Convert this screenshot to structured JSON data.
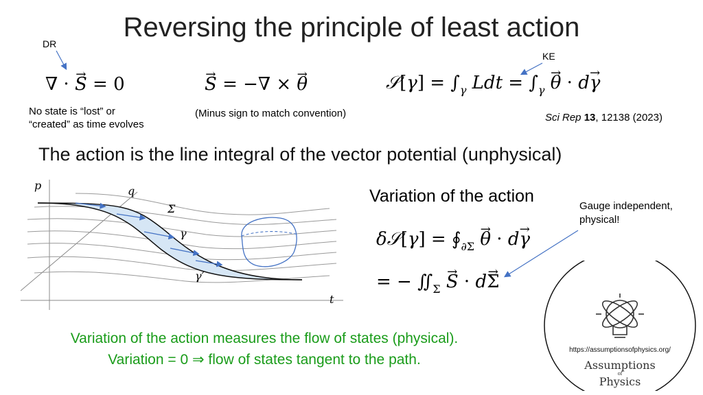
{
  "slide": {
    "title": "Reversing the principle of least action",
    "dr_label": "DR",
    "ke_label": "KE",
    "no_state_line1": "No state is “lost” or",
    "no_state_line2": "“created” as time evolves",
    "minus_sign_note": "(Minus sign to match convention)",
    "ref_journal": "Sci Rep",
    "ref_volume": "13",
    "ref_rest": ", 12138 (2023)",
    "subtitle": "The action is the line integral of the vector potential (unphysical)",
    "variation_heading": "Variation of the action",
    "gauge_note_line1": "Gauge independent,",
    "gauge_note_line2": "physical!",
    "conclusion_line1": "Variation of the action measures the flow of states (physical).",
    "conclusion_line2": "Variation = 0 ⇒ flow of states tangent to the path."
  },
  "diagram": {
    "axis_p": "p",
    "axis_q": "q",
    "axis_t": "t",
    "label_sigma": "Σ",
    "label_gamma": "γ",
    "label_gamma_prime": "γ′"
  },
  "logo": {
    "url": "https://assumptionsofphysics.org/",
    "name_line1": "Assumptions",
    "name_of": "of",
    "name_line2": "Physics"
  },
  "colors": {
    "accent_blue": "#4472c4",
    "conclusion_green": "#1a9c1a",
    "surface_fill": "#d6e6f5"
  }
}
